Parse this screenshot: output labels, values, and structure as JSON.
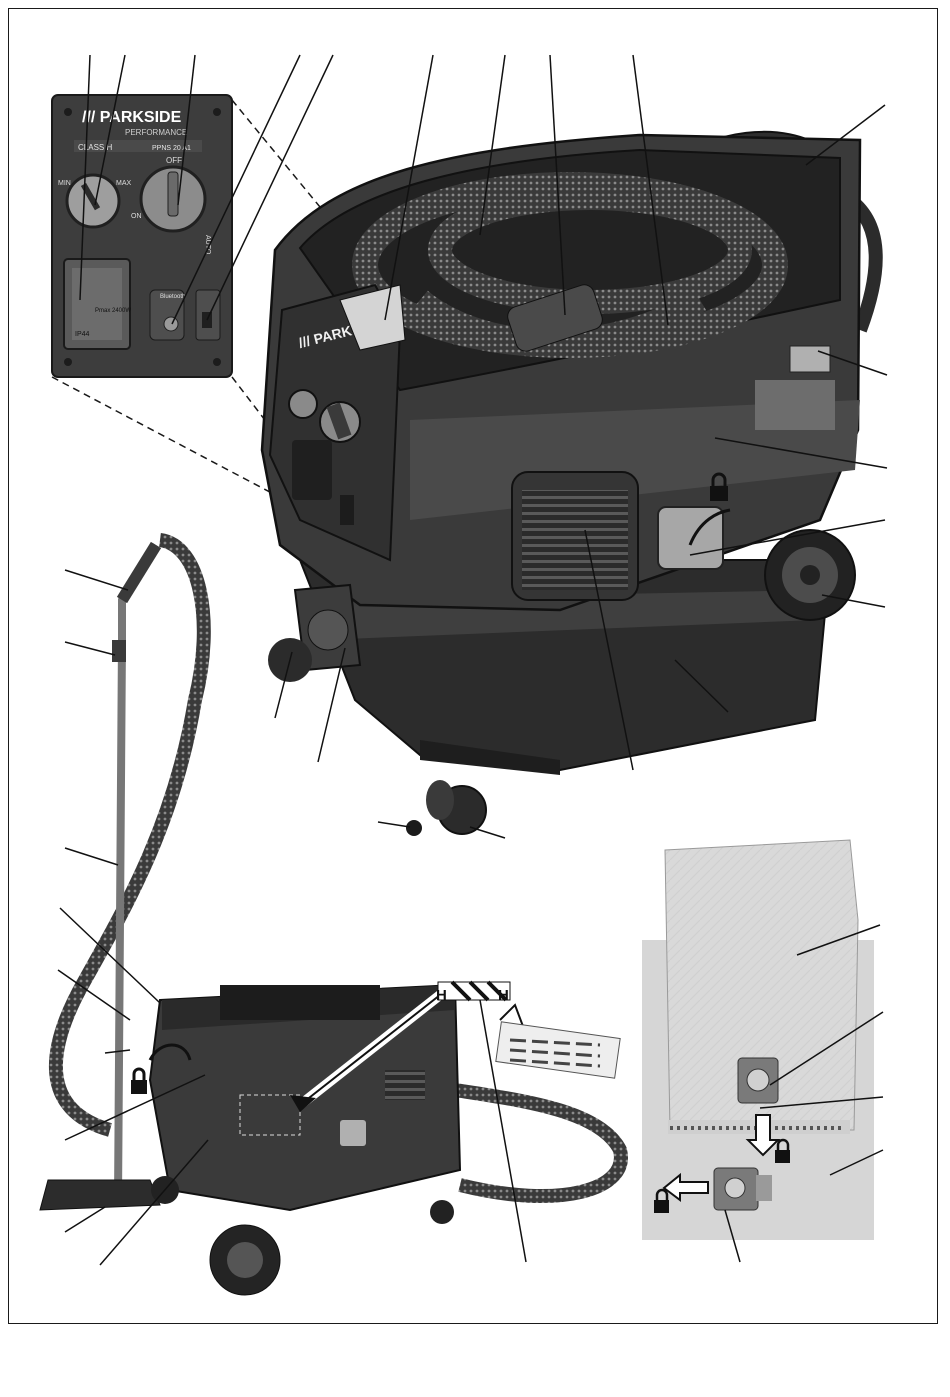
{
  "inset_panel": {
    "brand": "/// PARKSIDE",
    "brand_sub": "PERFORMANCE",
    "class_label": "CLASS H",
    "model": "PPNS 20 A1",
    "dial_min": "MIN",
    "dial_max": "MAX",
    "switch_off": "OFF",
    "switch_on": "ON",
    "switch_auto": "AUTO",
    "socket_label": "Pmax 2400W",
    "ip_rating": "IP44",
    "bluetooth_label": "Bluetooth"
  },
  "main_unit": {
    "brand": "/// PARKSIDE"
  },
  "warning_label": {
    "letter_left": "H",
    "letter_right": "H"
  }
}
